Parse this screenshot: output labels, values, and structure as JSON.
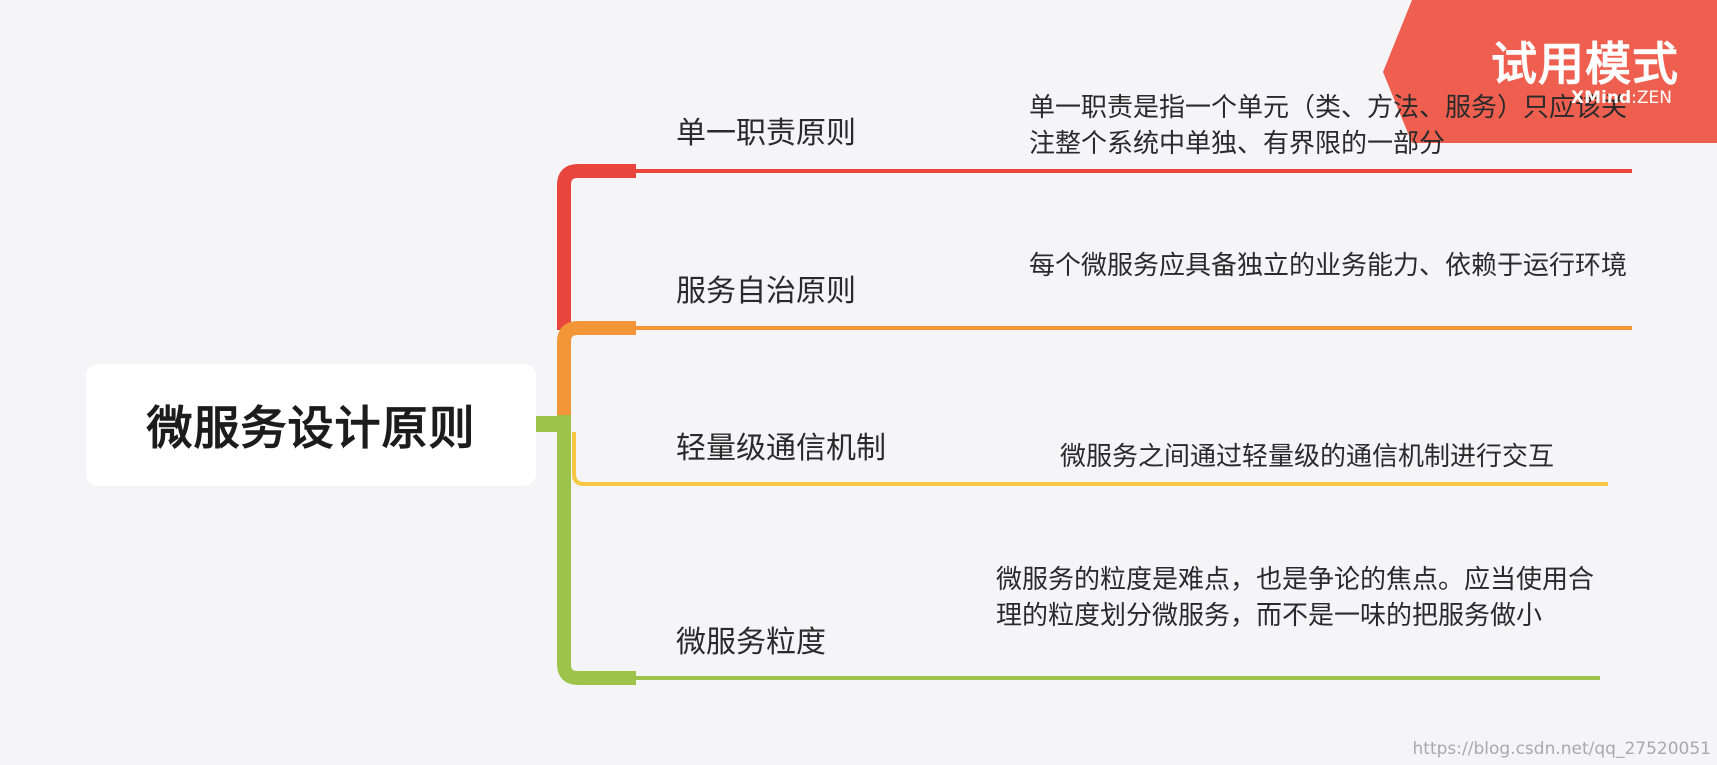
{
  "root": {
    "title": "微服务设计原则"
  },
  "branches": [
    {
      "label": "单一职责原则",
      "description": "单一职责是指一个单元（类、方法、服务）只应该关注整个系统中单独、有界限的一部分",
      "color": "#e8453c"
    },
    {
      "label": "服务自治原则",
      "description": "每个微服务应具备独立的业务能力、依赖于运行环境",
      "color": "#f39638"
    },
    {
      "label": "轻量级通信机制",
      "description": "微服务之间通过轻量级的通信机制进行交互",
      "color": "#f6c744"
    },
    {
      "label": "微服务粒度",
      "description": "微服务的粒度是难点，也是争论的焦点。应当使用合理的粒度划分微服务，而不是一味的把服务做小",
      "color": "#9dc34a"
    }
  ],
  "trial_badge": {
    "title": "试用模式",
    "brand_prefix": "XMind",
    "brand_suffix": ":ZEN",
    "color": "#ee5a4a"
  },
  "watermark": "https://blog.csdn.net/qq_27520051"
}
